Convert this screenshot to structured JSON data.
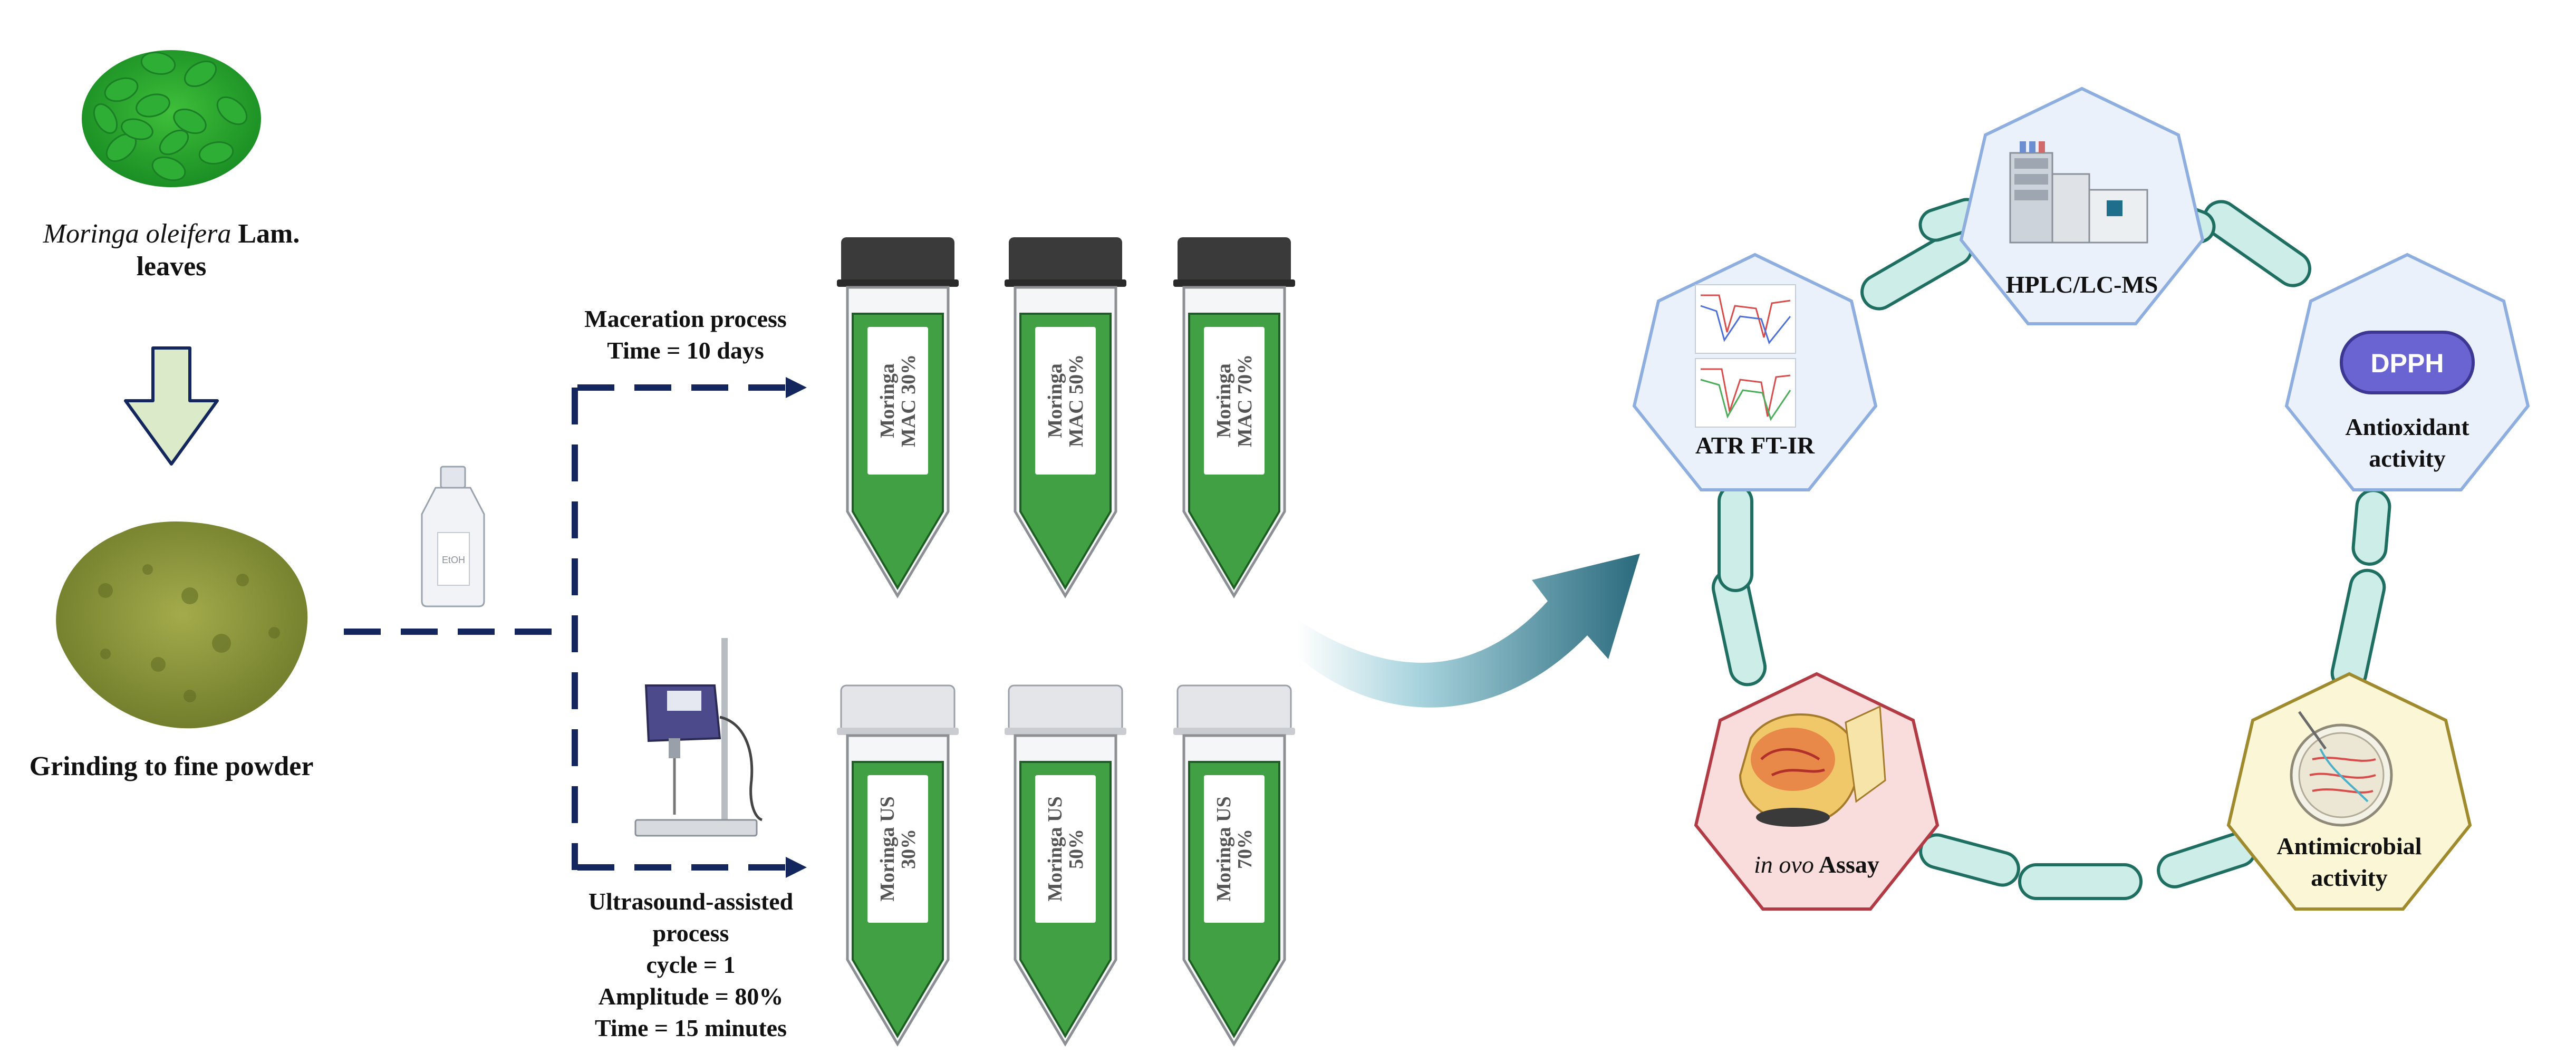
{
  "left": {
    "species_italic": "Moringa oleifera",
    "species_rest": " Lam.",
    "species_line2": "leaves",
    "grinding": "Grinding to fine powder",
    "bottle_label": "EtOH"
  },
  "maceration": {
    "line1": "Maceration process",
    "line2": "Time = 10 days",
    "tubes": [
      {
        "line1": "Moringa",
        "line2": "MAC 30%"
      },
      {
        "line1": "Moringa",
        "line2": "MAC 50%"
      },
      {
        "line1": "Moringa",
        "line2": "MAC 70%"
      }
    ]
  },
  "ultrasound": {
    "line1": "Ultrasound-assisted",
    "line2": "process",
    "line3": "cycle = 1",
    "line4": "Amplitude = 80%",
    "line5": "Time = 15 minutes",
    "tubes": [
      {
        "line1": "Moringa US",
        "line2": "30%"
      },
      {
        "line1": "Moringa US",
        "line2": "50%"
      },
      {
        "line1": "Moringa US",
        "line2": "70%"
      }
    ]
  },
  "assays": {
    "hplc": "HPLC/LC-MS",
    "atr": "ATR FT-IR",
    "dpph_badge": "DPPH",
    "antioxidant_line1": "Antioxidant",
    "antioxidant_line2": "activity",
    "inovo_italic": "in ovo",
    "inovo_rest": " Assay",
    "antimicrobial_line1": "Antimicrobial",
    "antimicrobial_line2": "activity"
  },
  "colors": {
    "dark_navy": "#13275e",
    "tube_green": "#41a043",
    "teal_arrow": "#2a6a7d",
    "blue_hex_fill": "#eaf1fb",
    "blue_hex_stroke": "#8eaee0",
    "red_hex_fill": "#f9dcdc",
    "red_hex_stroke": "#b23a44",
    "yellow_hex_fill": "#fbf6d6",
    "yellow_hex_stroke": "#a08a2e",
    "capsule_fill": "#cdeee8",
    "capsule_stroke": "#1f6e62"
  }
}
